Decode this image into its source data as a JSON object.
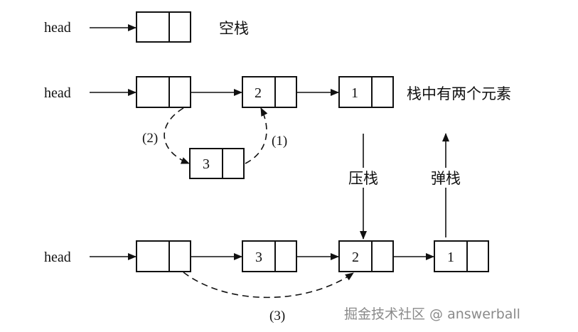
{
  "head_label": "head",
  "rows": {
    "empty": {
      "caption": "空栈"
    },
    "two": {
      "values": [
        "",
        "2",
        "1"
      ],
      "new_node": "3",
      "caption": "栈中有两个元素"
    },
    "three": {
      "values": [
        "",
        "3",
        "2",
        "1"
      ]
    }
  },
  "steps": [
    "(1)",
    "(2)",
    "(3)"
  ],
  "ops": {
    "push": "压栈",
    "pop": "弹栈"
  },
  "watermark": "掘金技术社区 @ answerball"
}
